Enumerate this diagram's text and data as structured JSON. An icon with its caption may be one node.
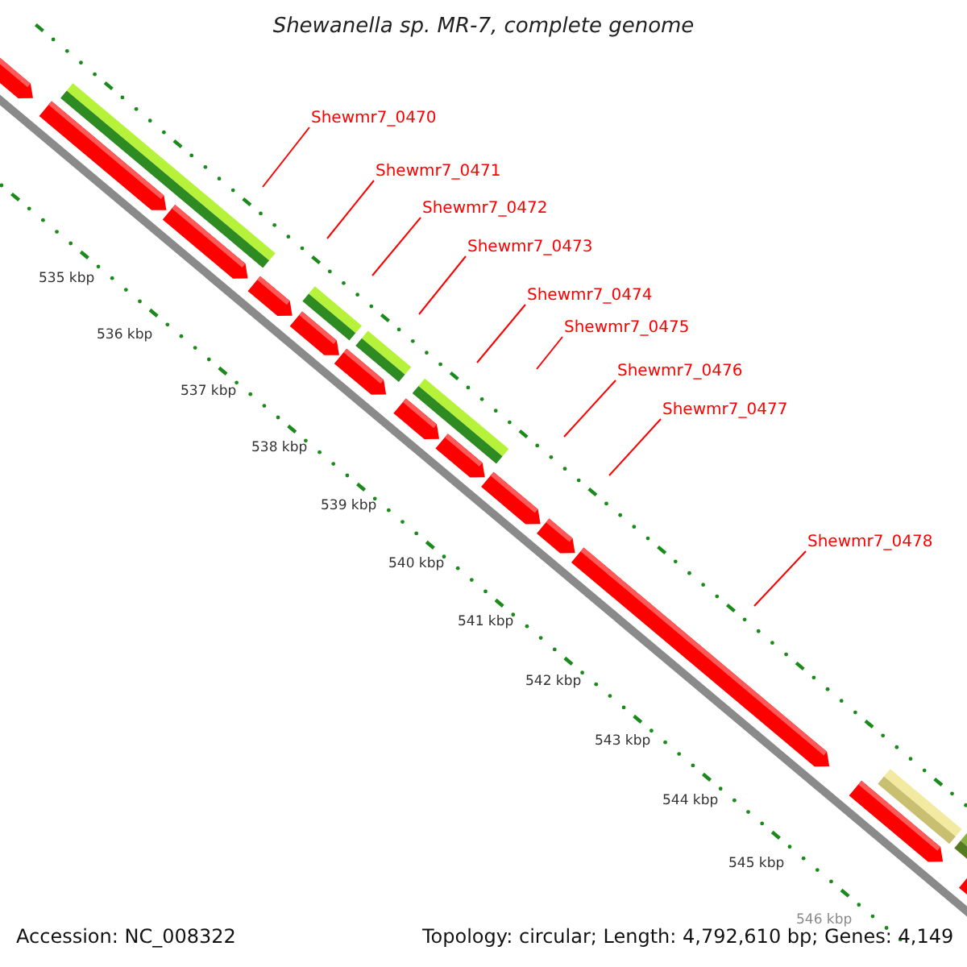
{
  "diagram": {
    "title": "Shewanella sp. MR-7, complete genome",
    "nodes": [
      {
        "text": [
          "Shewmr7_0470"
        ]
      },
      {
        "text": [
          "Shewmr7_0471"
        ]
      },
      {
        "text": [
          "Shewmr7_0472"
        ]
      },
      {
        "text": [
          "Shewmr7_0473"
        ]
      },
      {
        "text": [
          "Shewmr7_0474"
        ]
      },
      {
        "text": [
          "Shewmr7_0475"
        ]
      },
      {
        "text": [
          "Shewmr7_0476"
        ]
      },
      {
        "text": [
          "Shewmr7_0477"
        ]
      },
      {
        "text": [
          "Shewmr7_0478"
        ]
      }
    ],
    "edges": [
      {
        "from": 0,
        "to": null,
        "arrow": "none"
      },
      {
        "from": 1,
        "to": null,
        "arrow": "none"
      },
      {
        "from": 2,
        "to": null,
        "arrow": "none"
      },
      {
        "from": 3,
        "to": null,
        "arrow": "none"
      },
      {
        "from": 4,
        "to": null,
        "arrow": "none"
      },
      {
        "from": 5,
        "to": null,
        "arrow": "none"
      },
      {
        "from": 6,
        "to": null,
        "arrow": "none"
      },
      {
        "from": 7,
        "to": null,
        "arrow": "none"
      },
      {
        "from": 8,
        "to": null,
        "arrow": "none"
      }
    ],
    "labels": [
      "535 kbp",
      "536 kbp",
      "537 kbp",
      "538 kbp",
      "539 kbp",
      "540 kbp",
      "541 kbp",
      "542 kbp",
      "543 kbp",
      "544 kbp",
      "545 kbp",
      "546 kbp",
      "Accession: NC_008322",
      "Topology: circular; Length: 4,792,610 bp; Genes: 4,149"
    ]
  }
}
